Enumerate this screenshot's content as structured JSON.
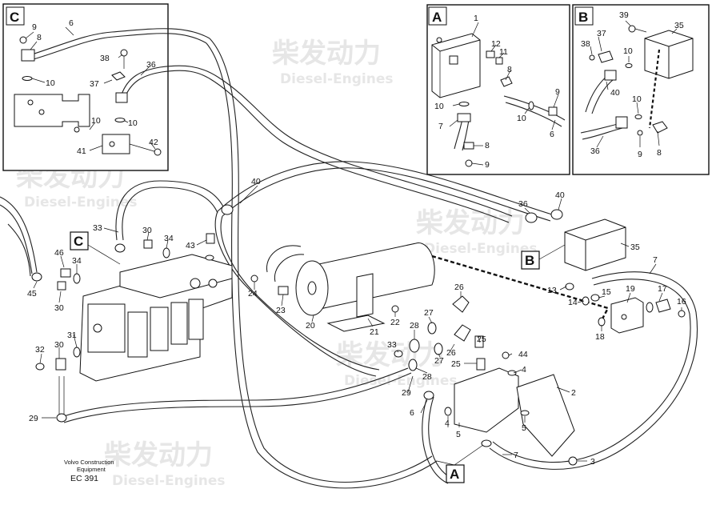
{
  "watermark": {
    "brand_cn": "柴发动力",
    "brand_en": "Diesel-Engines"
  },
  "insets": {
    "C": {
      "letter": "C",
      "labels": [
        "9",
        "8",
        "6",
        "38",
        "36",
        "37",
        "10",
        "10",
        "10",
        "41",
        "42"
      ]
    },
    "A": {
      "letter": "A",
      "labels": [
        "1",
        "12",
        "11",
        "8",
        "9",
        "10",
        "10",
        "7",
        "6",
        "8",
        "9"
      ]
    },
    "B": {
      "letter": "B",
      "labels": [
        "39",
        "37",
        "35",
        "38",
        "10",
        "40",
        "10",
        "36",
        "9",
        "8"
      ]
    }
  },
  "main": {
    "callouts": [
      "C",
      "B",
      "A"
    ],
    "labels": [
      "40",
      "33",
      "30",
      "34",
      "43",
      "36",
      "40",
      "35",
      "46",
      "34",
      "45",
      "30",
      "24",
      "23",
      "20",
      "21",
      "22",
      "7",
      "13",
      "15",
      "19",
      "17",
      "14",
      "16",
      "18",
      "26",
      "27",
      "28",
      "33",
      "25",
      "27",
      "26",
      "31",
      "30",
      "32",
      "29",
      "28",
      "25",
      "44",
      "4",
      "2",
      "29",
      "6",
      "5",
      "4",
      "3",
      "5",
      "7"
    ]
  },
  "footer": {
    "line1": "Volvo Construction",
    "line2": "Equipment",
    "code": "EC 391"
  }
}
